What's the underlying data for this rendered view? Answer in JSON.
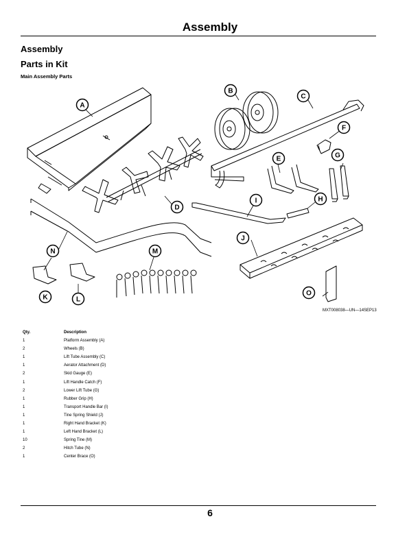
{
  "page": {
    "header_title": "Assembly",
    "section_title": "Assembly",
    "subsection_title": "Parts in Kit",
    "subheading": "Main Assembly Parts",
    "figure_caption": "MXT008038—UN—14SEP13",
    "page_number": "6"
  },
  "callouts": {
    "A": "A",
    "B": "B",
    "C": "C",
    "D": "D",
    "E": "E",
    "F": "F",
    "G": "G",
    "H": "H",
    "I": "I",
    "J": "J",
    "K": "K",
    "L": "L",
    "M": "M",
    "N": "N",
    "O": "O"
  },
  "parts_table": {
    "headers": {
      "qty": "Qty.",
      "description": "Description"
    },
    "rows": [
      {
        "qty": "1",
        "description": "Platform Assembly (A)"
      },
      {
        "qty": "2",
        "description": "Wheels (B)"
      },
      {
        "qty": "1",
        "description": "Lift Tube Assembly (C)"
      },
      {
        "qty": "1",
        "description": "Aerator Attachment (D)"
      },
      {
        "qty": "2",
        "description": "Skid Gauge (E)"
      },
      {
        "qty": "1",
        "description": "Lift Handle Catch (F)"
      },
      {
        "qty": "2",
        "description": "Lower Lift Tube (G)"
      },
      {
        "qty": "1",
        "description": "Rubber Grip (H)"
      },
      {
        "qty": "1",
        "description": "Transport Handle Bar (I)"
      },
      {
        "qty": "1",
        "description": "Tine Spring Shield (J)"
      },
      {
        "qty": "1",
        "description": "Right Hand Bracket (K)"
      },
      {
        "qty": "1",
        "description": "Left Hand Bracket (L)"
      },
      {
        "qty": "10",
        "description": "Spring Tine (M)"
      },
      {
        "qty": "2",
        "description": "Hitch Tube (N)"
      },
      {
        "qty": "1",
        "description": "Center Brace (O)"
      }
    ]
  }
}
